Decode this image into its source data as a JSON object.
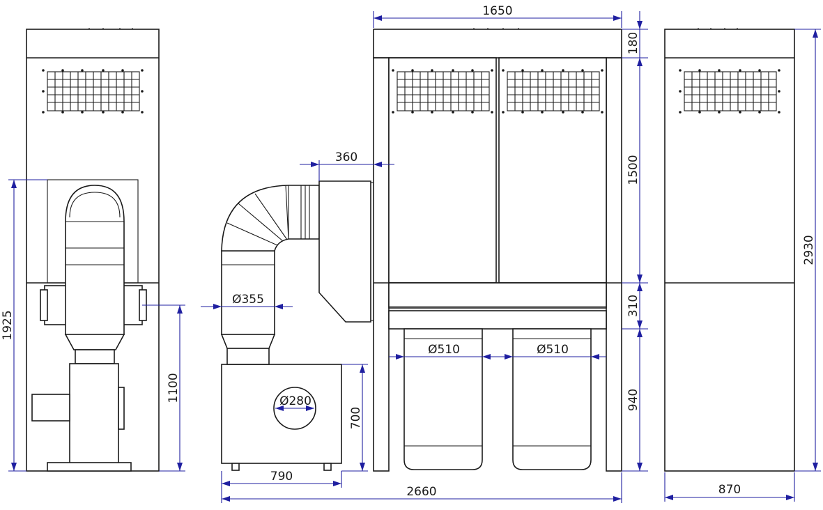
{
  "colors": {
    "outline": "#1a1a1a",
    "dimension": "#1f1fa0",
    "background": "#ffffff"
  },
  "dimensions": {
    "front_width": "1650",
    "top_height": "180",
    "filter_height": "1500",
    "hopper_height": "310",
    "leg_height": "940",
    "total_height": "2930",
    "side_depth": "870",
    "total_length": "2660",
    "fan_box_width": "790",
    "fan_box_height": "700",
    "fan_inlet_diameter": "Ø280",
    "duct_diameter": "Ø355",
    "duct_offset": "360",
    "bag_diameter_left": "Ø510",
    "bag_diameter_right": "Ø510",
    "fan_outlet_height": "1925",
    "fan_inlet_height": "1100"
  }
}
